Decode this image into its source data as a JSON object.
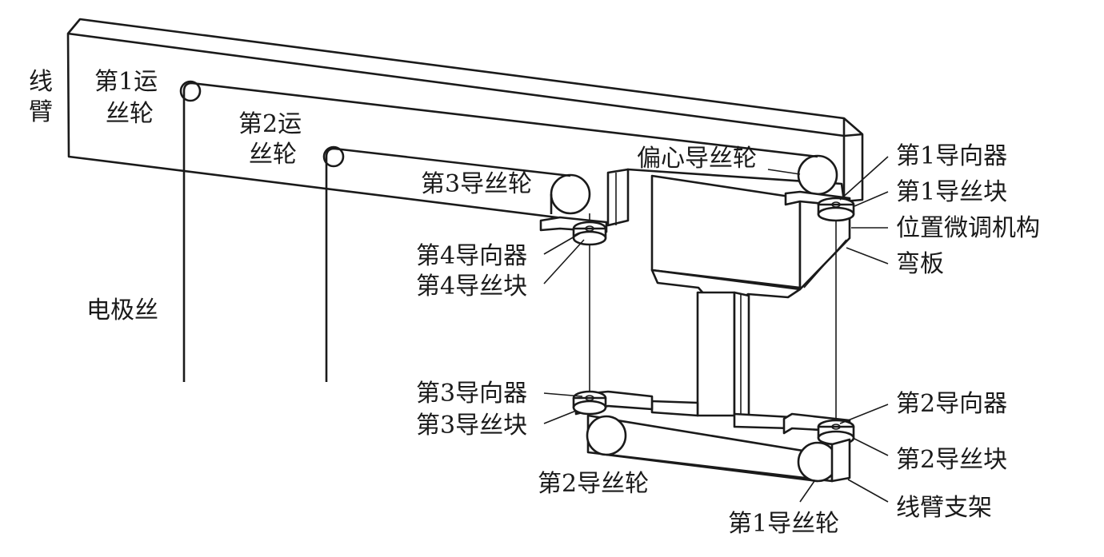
{
  "labels": {
    "arm": "线臂",
    "wheel1_run": "第1运丝轮",
    "wheel2_run": "第2运丝轮",
    "electrode_wire": "电极丝",
    "guide_wheel3": "第3导丝轮",
    "eccentric_wheel": "偏心导丝轮",
    "guide1": "第1导向器",
    "block1": "第1导丝块",
    "fine_adjust": "位置微调机构",
    "bend_plate": "弯板",
    "guide4": "第4导向器",
    "block4": "第4导丝块",
    "guide3": "第3导向器",
    "block3": "第3导丝块",
    "guide_wheel2": "第2导丝轮",
    "guide2": "第2导向器",
    "block2": "第2导丝块",
    "guide_wheel1": "第1导丝轮",
    "arm_bracket": "线臂支架"
  },
  "colors": {
    "ink": "#1a1a1a",
    "paper": "#ffffff"
  }
}
